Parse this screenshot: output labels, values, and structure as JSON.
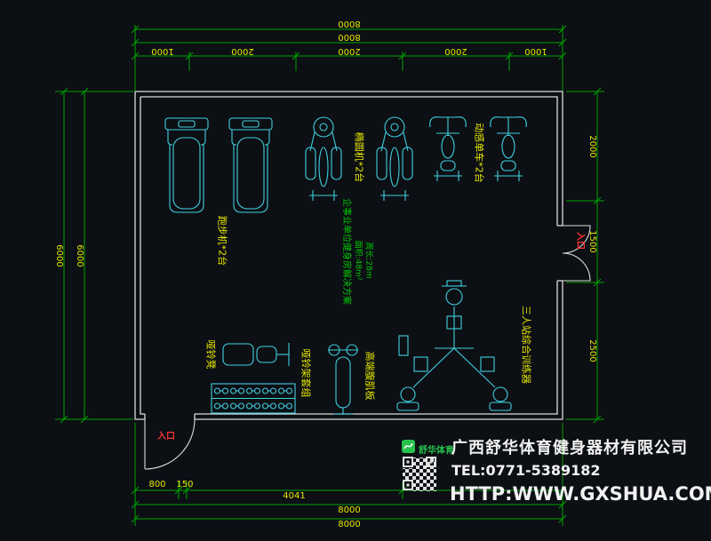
{
  "colors": {
    "background": "#0c0f14",
    "walls": "#dcdcdc",
    "dimension_lines": "#00a400",
    "dimension_text": "#e8e800",
    "equipment": "#3fd0e0",
    "solution_text": "#00c800",
    "entrance_text": "#ff3434",
    "brand_text": "#f2f2f2",
    "logo_green": "#27c24c"
  },
  "dims": {
    "top_total_1": "8000",
    "top_total_2": "8000",
    "top_segments": [
      "1000",
      "2000",
      "2000",
      "2000",
      "1000"
    ],
    "left_1": "6000",
    "left_2": "6000",
    "right_segments": [
      "2000",
      "1500",
      "2500"
    ],
    "bottom_segments": [
      "800",
      "150",
      "4041"
    ],
    "bottom_total_1": "8000",
    "bottom_total_2": "8000"
  },
  "labels": {
    "treadmill": "跑步机*2台",
    "elliptical": "椭圆机*2台",
    "spin_bike": "动感单车*2台",
    "dumbbell_bench": "哑铃凳",
    "dumbbell_rack": "哑铃架套组",
    "ab_board": "高端腹肌板",
    "multi_station": "三人站综合训练器",
    "entrance_right": "入口",
    "entrance_bottom": "入口"
  },
  "solution": {
    "line1": "企事业单位健身房解决方案",
    "area": "面积:48m²",
    "perimeter": "周长:28m"
  },
  "branding": {
    "logo_text": "舒华体育",
    "company": "广西舒华体育健身器材有限公司",
    "tel": "TEL:0771-5389182",
    "url": "HTTP:WWW.GXSHUA.COM"
  }
}
